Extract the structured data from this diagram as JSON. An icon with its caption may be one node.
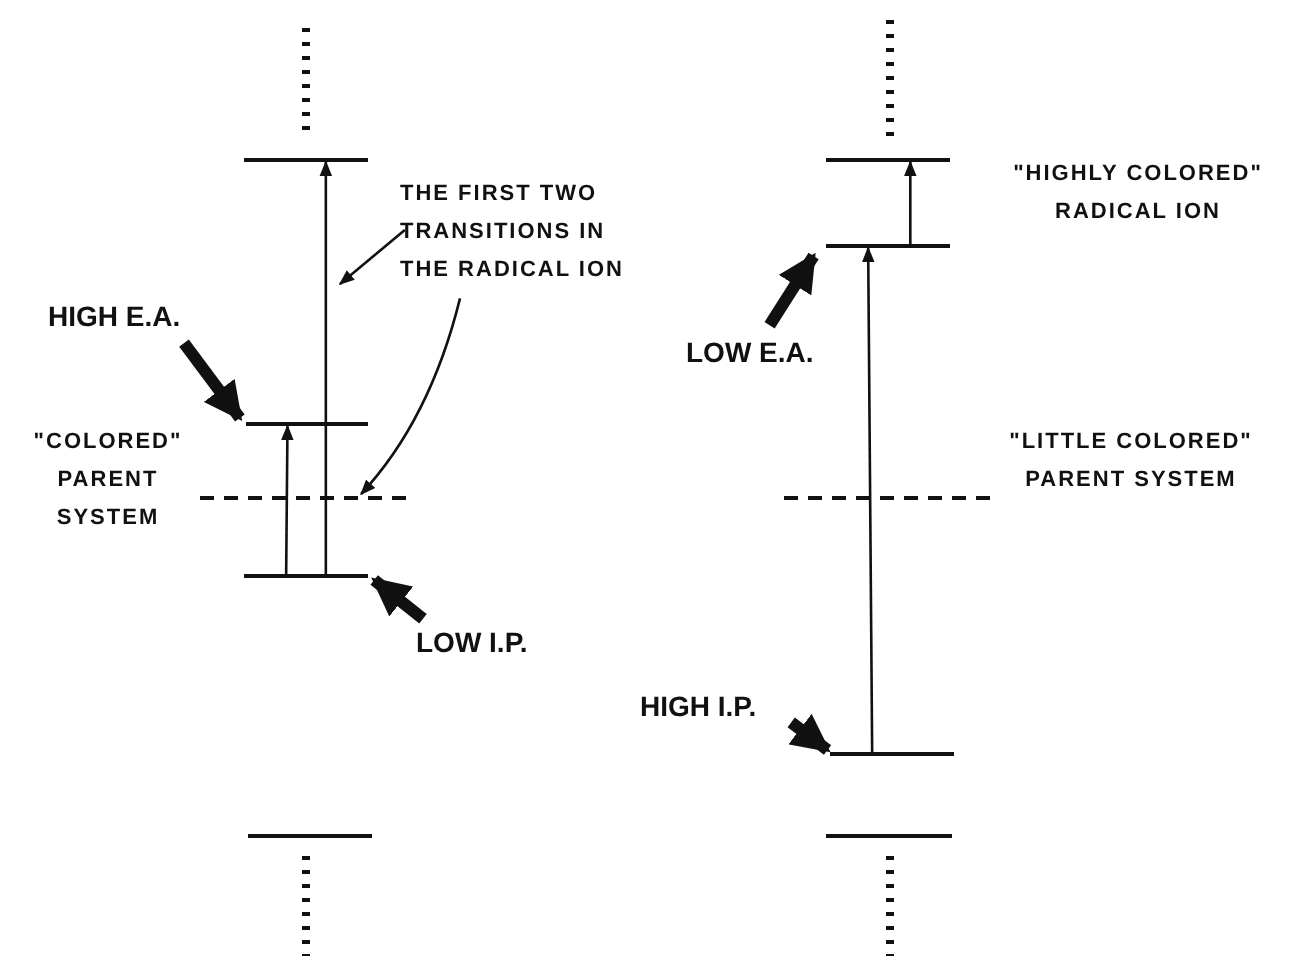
{
  "diagram": {
    "nodes": [
      {
        "text": [],
        "shape": "bar"
      },
      {
        "text": [
          "THE FIRST TWO TRANSITIONS IN THE RADICAL ION"
        ]
      },
      {
        "text": [
          "HIGH E.A."
        ]
      },
      {
        "text": [],
        "shape": "bar"
      },
      {
        "text": [],
        "shape": "bar"
      },
      {
        "text": [],
        "shape": "bar"
      },
      {
        "text": [
          "LOW I.P."
        ]
      },
      {
        "text": [],
        "shape": "bar"
      },
      {
        "text": [],
        "shape": "bar"
      },
      {
        "text": [],
        "shape": "bar"
      },
      {
        "text": [
          "LOW E.A."
        ]
      },
      {
        "text": [],
        "shape": "bar"
      },
      {
        "text": [
          "HIGH I.P."
        ]
      },
      {
        "text": [],
        "shape": "bar"
      },
      {
        "text": [],
        "shape": "bar"
      }
    ],
    "edges": [
      {
        "from": 5,
        "to": 3,
        "arrow": "to"
      },
      {
        "from": 5,
        "to": 0,
        "arrow": "to"
      },
      {
        "from": 1,
        "to": null,
        "arrow": "to"
      },
      {
        "from": 1,
        "to": 4,
        "arrow": "to"
      },
      {
        "from": 2,
        "to": 3,
        "arrow": "to",
        "style": "thick"
      },
      {
        "from": 6,
        "to": 5,
        "arrow": "to",
        "style": "thick"
      },
      {
        "from": 13,
        "to": 9,
        "arrow": "to"
      },
      {
        "from": 9,
        "to": 8,
        "arrow": "to"
      },
      {
        "from": 10,
        "to": 9,
        "arrow": "to",
        "style": "thick"
      },
      {
        "from": 12,
        "to": 13,
        "arrow": "to",
        "style": "thick"
      }
    ],
    "labels": [
      "\"HIGHLY COLORED\" RADICAL ION",
      "\"COLORED\" PARENT SYSTEM",
      "\"LITTLE COLORED\" PARENT SYSTEM"
    ]
  }
}
